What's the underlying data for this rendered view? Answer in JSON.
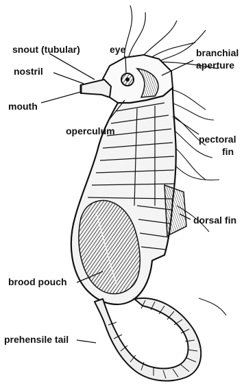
{
  "labels": {
    "snout": "snout (tubular)",
    "nostril": "nostril",
    "mouth": "mouth",
    "eye": "eye",
    "branchial_line1": "branchial",
    "branchial_line2": "aperture",
    "operculum": "operculum",
    "pectoral_line1": "pectoral",
    "pectoral_line2": "fin",
    "dorsal_fin": "dorsal fin",
    "brood_pouch": "brood pouch",
    "prehensile_tail": "prehensile tail"
  },
  "colors": {
    "ink": "#111111",
    "shade": "#555555",
    "light": "#d8d8d8",
    "paper": "#ffffff"
  }
}
